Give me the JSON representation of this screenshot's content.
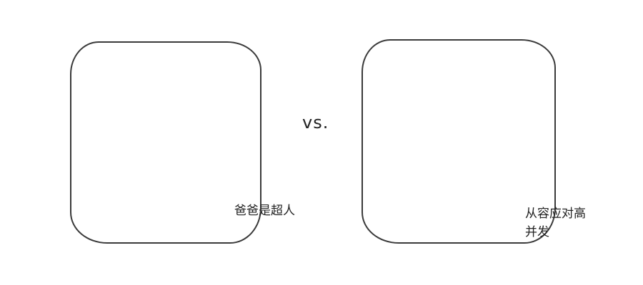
{
  "left": {
    "caption": "爸爸是超人"
  },
  "vs": "vs.",
  "right": {
    "caption": "从容应对高并发"
  },
  "colors": {
    "stroke": "#3a3a3a",
    "line": "#555555",
    "star": "#8a8a8a"
  },
  "icons": [
    "flexed-arm-icon",
    "server-rack-icon",
    "star-icon",
    "traffic-graph-icon"
  ]
}
